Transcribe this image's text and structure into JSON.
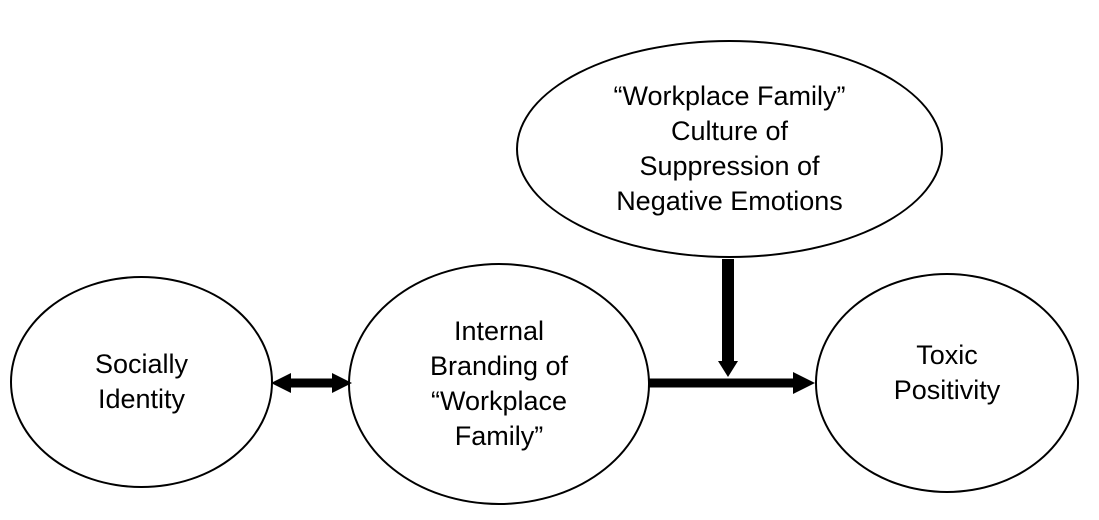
{
  "diagram": {
    "background_color": "#ffffff",
    "stroke_color": "#000000",
    "text_color": "#000000",
    "nodes": [
      {
        "id": "workplace-family-culture",
        "shape": "ellipse",
        "lines": [
          "“Workplace Family”",
          "Culture of",
          "Suppression of",
          "Negative Emotions"
        ]
      },
      {
        "id": "socially-identity",
        "shape": "ellipse",
        "lines": [
          "Socially",
          "Identity"
        ]
      },
      {
        "id": "internal-branding",
        "shape": "ellipse",
        "lines": [
          "Internal",
          "Branding of",
          "“Workplace",
          "Family”"
        ]
      },
      {
        "id": "toxic-positivity",
        "shape": "ellipse",
        "lines": [
          "Toxic",
          "Positivity"
        ]
      }
    ],
    "edges": [
      {
        "from": "socially-identity",
        "to": "internal-branding",
        "style": "double-headed-arrow"
      },
      {
        "from": "internal-branding",
        "to": "toxic-positivity",
        "style": "single-headed-arrow"
      },
      {
        "from": "workplace-family-culture",
        "to": "arrow-between-internal-branding-and-toxic-positivity",
        "style": "single-headed-arrow",
        "role": "moderator"
      }
    ]
  }
}
